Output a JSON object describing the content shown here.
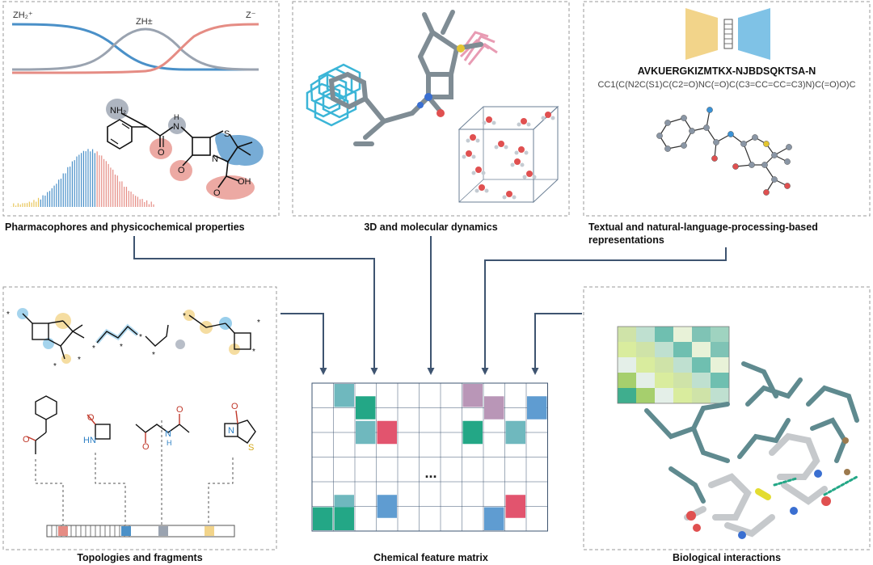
{
  "panels": {
    "pharmacophores": {
      "caption": "Pharmacophores and physicochemical  properties",
      "species": [
        "ZH₂⁺",
        "ZH±",
        "Z⁻"
      ],
      "atom_labels": [
        "NH₂",
        "N",
        "H",
        "O",
        "S",
        "N",
        "O",
        "OH",
        "O"
      ]
    },
    "dynamics": {
      "caption": "3D and molecular dynamics"
    },
    "textual": {
      "caption_line1": "Textual and natural-language-processing-based",
      "caption_line2": "representations",
      "key": "AVKUERGKIZMTKX-NJBDSQKTSA-N",
      "smiles": "CC1(C(N2C(S1)C(C2=O)NC(=O)C(C3=CC=CC=C3)N)C(=O)O)C"
    },
    "topologies": {
      "caption": "Topologies and fragments",
      "fragment_labels": [
        "HN",
        "O",
        "O",
        "O",
        "O",
        "N",
        "H",
        "N",
        "S",
        "O",
        "O"
      ]
    },
    "matrix": {
      "caption": "Chemical feature matrix",
      "ellipsis": "..."
    },
    "biological": {
      "caption": "Biological interactions"
    }
  },
  "colors": {
    "blue": "#4a90c8",
    "pink": "#e58c84",
    "grey": "#9aa3b0",
    "teal": "#6fb8be",
    "green": "#23a786",
    "red": "#e2546e",
    "mauve": "#b996b7",
    "steel": "#5f9cd1",
    "arrow": "#3e5470",
    "border": "#9a9a9a"
  }
}
